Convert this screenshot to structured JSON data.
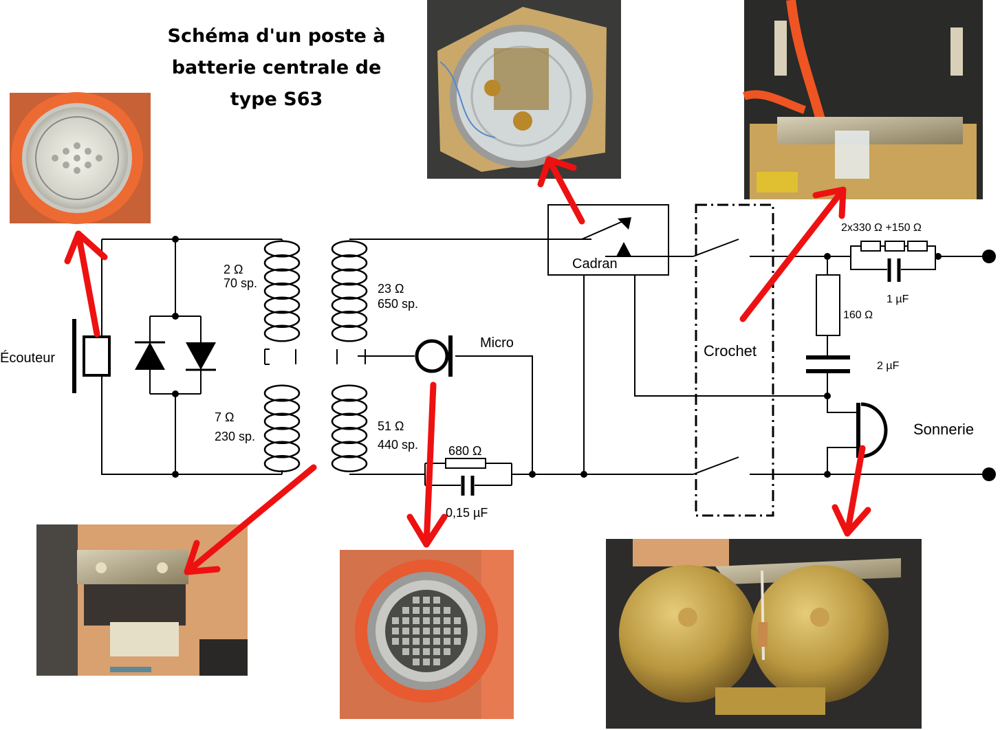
{
  "title": {
    "line1": "Schéma d'un poste à",
    "line2": "batterie centrale de",
    "line3": "type S63"
  },
  "labels": {
    "ecouteur": "Écouteur",
    "primary_top_r": "2 Ω",
    "primary_top_turns": "70 sp.",
    "primary_bot_r": "7 Ω",
    "primary_bot_turns": "230 sp.",
    "secondary_top_r": "23 Ω",
    "secondary_top_turns": "650 sp.",
    "secondary_bot_r": "51 Ω",
    "secondary_bot_turns": "440 sp.",
    "micro": "Micro",
    "resistor_680": "680 Ω",
    "cap_015": "0,15 µF",
    "cadran": "Cadran",
    "crochet": "Crochet",
    "resistors_series": "2x330 Ω +150 Ω",
    "cap_1uf": "1 µF",
    "resistor_160": "160 Ω",
    "cap_2uf": "2 µF",
    "sonnerie": "Sonnerie"
  },
  "photos": [
    {
      "name": "earpiece-photo",
      "subject": "écouteur"
    },
    {
      "name": "dial-photo",
      "subject": "cadran"
    },
    {
      "name": "hook-switch-photo",
      "subject": "crochet"
    },
    {
      "name": "transformer-photo",
      "subject": "transformateur"
    },
    {
      "name": "microphone-photo",
      "subject": "micro"
    },
    {
      "name": "ringer-photo",
      "subject": "sonnerie"
    }
  ],
  "colors": {
    "arrow": "#ee1111",
    "handset": "#e8552a",
    "brass": "#b8963e",
    "pcb": "#d9a070"
  }
}
